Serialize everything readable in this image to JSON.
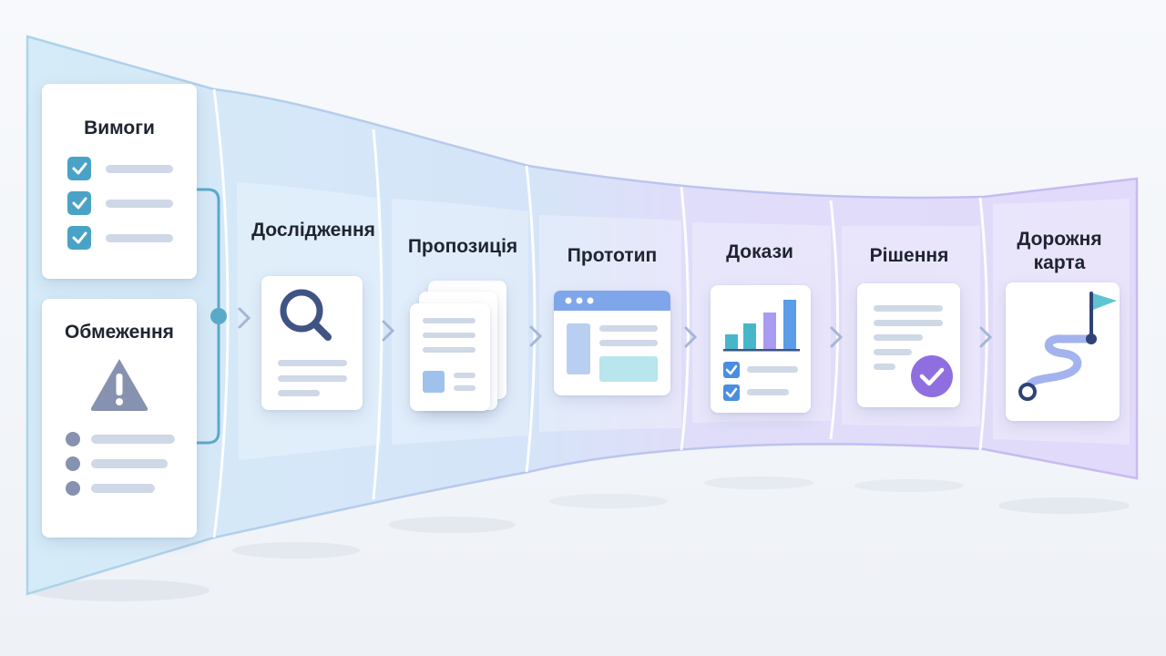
{
  "stages": [
    {
      "key": "requirements",
      "label": "Вимоги",
      "icon": "checklist-icon"
    },
    {
      "key": "constraints",
      "label": "Обмеження",
      "icon": "warning-icon"
    },
    {
      "key": "research",
      "label": "Дослідження",
      "icon": "search-icon"
    },
    {
      "key": "proposal",
      "label": "Пропозиція",
      "icon": "documents-icon"
    },
    {
      "key": "prototype",
      "label": "Прототип",
      "icon": "browser-window-icon"
    },
    {
      "key": "evidence",
      "label": "Докази",
      "icon": "bar-chart-icon"
    },
    {
      "key": "decision",
      "label": "Рішення",
      "icon": "approved-document-icon"
    },
    {
      "key": "roadmap",
      "label": "Дорожня\nкарта",
      "icon": "roadmap-flag-icon"
    }
  ],
  "colors": {
    "accent_teal": "#5aa9c9",
    "panel_start": "#dbeef8",
    "panel_end": "#e6defa",
    "check": "#4aa3c7",
    "purple": "#8f6fe0",
    "bar_blue": "#5b9de8",
    "bar_teal": "#48b6c8",
    "bar_lavender": "#a99bf0",
    "navy": "#2f4377"
  }
}
